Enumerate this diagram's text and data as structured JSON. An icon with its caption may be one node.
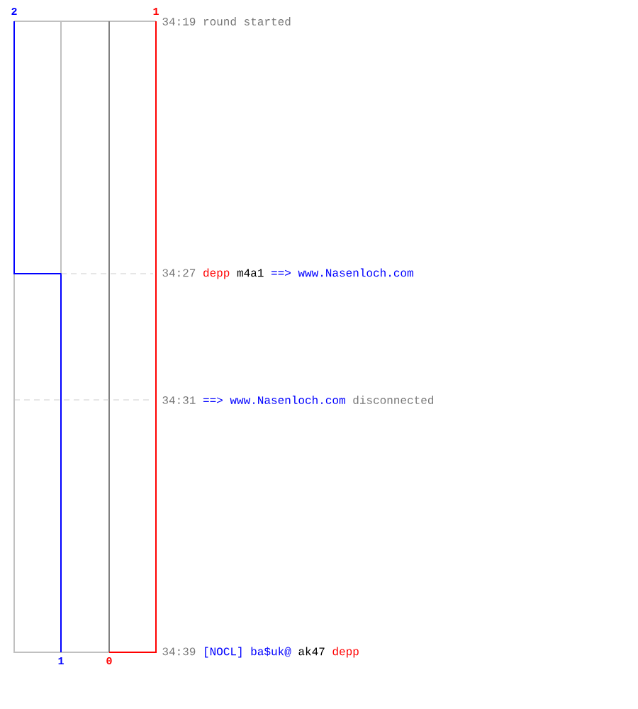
{
  "diagram": {
    "labels": [
      "2",
      "1",
      "1",
      "0",
      "34:19",
      "round started",
      "34:27",
      "depp",
      "m4a1",
      "==>",
      "www.Nasenloch.com",
      "34:31",
      "==>",
      "www.Nasenloch.com",
      "disconnected",
      "34:39",
      "[NOCL] ba$uk@",
      "ak47",
      "depp"
    ]
  }
}
